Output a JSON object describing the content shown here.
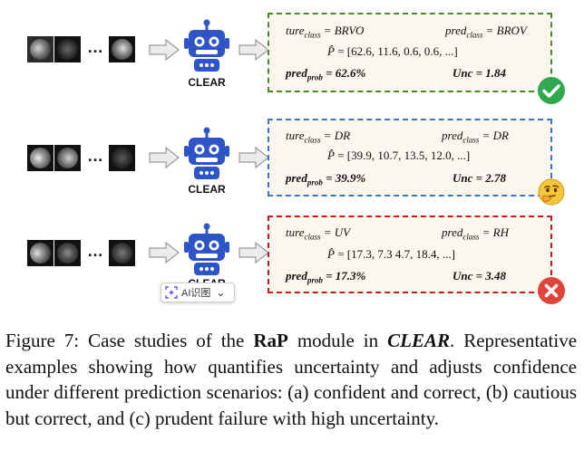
{
  "colors": {
    "green": "#4a8a2b",
    "blue": "#3b78c4",
    "red": "#c0201c",
    "box_bg": "#fbf6ee",
    "robot_blue": "#2f54c8",
    "check_green": "#2fa84f",
    "cross_red": "#e0443a"
  },
  "robot_label": "CLEAR",
  "ellipsis": "…",
  "rows": [
    {
      "true_class_text": "ture",
      "true_class_sub": "class",
      "true_value": "= BRVO",
      "pred_class_text": "pred",
      "pred_class_sub": "class",
      "pred_value": "= BROV",
      "phat_vector": "= [62.6, 11.6, 0.6, 0.6, ...]",
      "pred_prob_label": "pred",
      "pred_prob_sub": "prob",
      "pred_prob_value": "= 62.6%",
      "unc_label": "Unc",
      "unc_value": "= 1.84",
      "badge": "check-icon"
    },
    {
      "true_class_text": "ture",
      "true_class_sub": "class",
      "true_value": "= DR",
      "pred_class_text": "pred",
      "pred_class_sub": "class",
      "pred_value": "= DR",
      "phat_vector": "= [39.9, 10.7, 13.5, 12.0, ...]",
      "pred_prob_label": "pred",
      "pred_prob_sub": "prob",
      "pred_prob_value": "= 39.9%",
      "unc_label": "Unc",
      "unc_value": "= 2.78",
      "badge": "thinking-face-icon"
    },
    {
      "true_class_text": "ture",
      "true_class_sub": "class",
      "true_value": "= UV",
      "pred_class_text": "pred",
      "pred_class_sub": "class",
      "pred_value": "= RH",
      "phat_vector": "= [17.3, 7.3 4.7, 18.4, ...]",
      "pred_prob_label": "pred",
      "pred_prob_sub": "prob",
      "pred_prob_value": "= 17.3%",
      "unc_label": "Unc",
      "unc_value": "= 3.48",
      "badge": "cross-icon"
    }
  ],
  "phat_symbol": "P̂",
  "tooltip": {
    "label": "AI识图",
    "chevron": "⌄"
  },
  "caption": {
    "prefix": "Figure 7: Case studies of the ",
    "rap": "RaP",
    "middle": " module in ",
    "clear": "CLEAR",
    "rest": ". Representative examples showing how quantifies uncertainty and adjusts confidence under different prediction scenarios: (a) confident and correct, (b) cautious but correct, and (c) prudent failure with high uncertainty."
  }
}
